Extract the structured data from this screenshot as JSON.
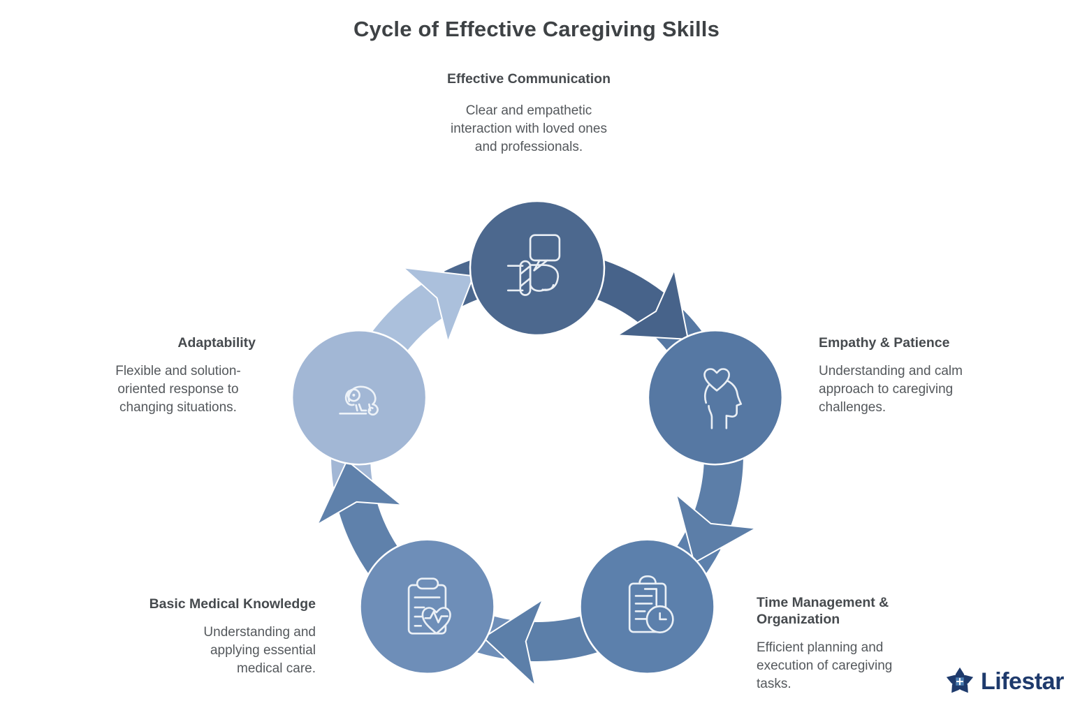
{
  "title": "Cycle of Effective Caregiving Skills",
  "background": "#ffffff",
  "outline_color": "#ffffff",
  "text_colors": {
    "title": "#3e4245",
    "heading": "#464a4e",
    "body": "#54585c"
  },
  "cycle": {
    "type": "circular-cycle-diagram",
    "flow_direction": "clockwise",
    "nodes": [
      {
        "id": "effective-communication",
        "label": "Effective Communication",
        "description": "Clear and empathetic interaction with loved ones and professionals.",
        "icon": "speech-bubble-hand-icon",
        "color": "#4C688E",
        "arrow_color": "#47638A"
      },
      {
        "id": "empathy-patience",
        "label": "Empathy & Patience",
        "description": "Understanding and calm approach to caregiving challenges.",
        "icon": "head-heart-icon",
        "color": "#5678A3",
        "arrow_color": "#5C7EA8"
      },
      {
        "id": "time-management-organization",
        "label": "Time Management & Organization",
        "description": "Efficient planning and execution of caregiving tasks.",
        "icon": "clipboard-clock-icon",
        "color": "#5C80AC",
        "arrow_color": "#5C7FA9"
      },
      {
        "id": "basic-medical-knowledge",
        "label": "Basic Medical Knowledge",
        "description": "Understanding and applying essential medical care.",
        "icon": "clipboard-heart-icon",
        "color": "#6E8EB8",
        "arrow_color": "#5F81AB"
      },
      {
        "id": "adaptability",
        "label": "Adaptability",
        "description": "Flexible and solution-oriented response to changing situations.",
        "icon": "chameleon-icon",
        "color": "#A2B7D5",
        "arrow_color": "#ABC0DC"
      }
    ]
  },
  "brand": {
    "name": "Lifestar",
    "mark_icon": "lifestar-star-mark",
    "color": "#1e3a6c",
    "accent": "#4b7db1"
  }
}
